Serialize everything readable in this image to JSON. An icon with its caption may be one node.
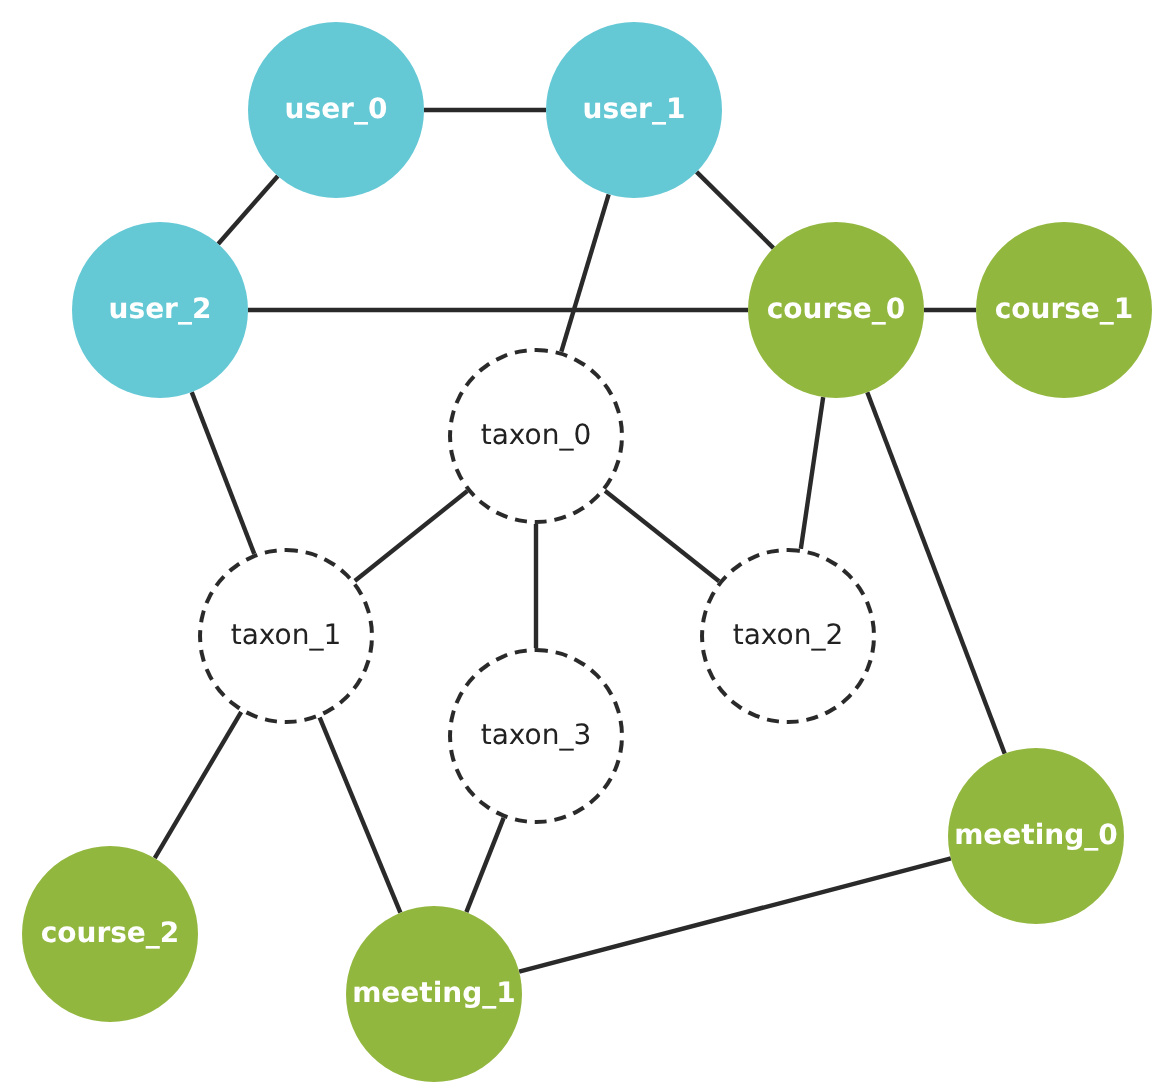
{
  "diagram": {
    "nodes": [
      {
        "text": [
          "user_0"
        ]
      },
      {
        "text": [
          "user_1"
        ]
      },
      {
        "text": [
          "user_2"
        ]
      },
      {
        "text": [
          "course_0"
        ]
      },
      {
        "text": [
          "course_1"
        ]
      },
      {
        "text": [
          "taxon_0"
        ]
      },
      {
        "text": [
          "taxon_1"
        ]
      },
      {
        "text": [
          "taxon_2"
        ]
      },
      {
        "text": [
          "taxon_3"
        ]
      },
      {
        "text": [
          "course_2"
        ]
      },
      {
        "text": [
          "meeting_1"
        ]
      },
      {
        "text": [
          "meeting_0"
        ]
      }
    ],
    "edges": [
      {
        "from": 0,
        "to": 1,
        "arrow": "none"
      },
      {
        "from": 0,
        "to": 2,
        "arrow": "none"
      },
      {
        "from": 1,
        "to": 3,
        "arrow": "none"
      },
      {
        "from": 1,
        "to": 5,
        "arrow": "none"
      },
      {
        "from": 2,
        "to": 3,
        "arrow": "none"
      },
      {
        "from": 3,
        "to": 4,
        "arrow": "none"
      },
      {
        "from": 2,
        "to": 6,
        "arrow": "none"
      },
      {
        "from": 5,
        "to": 6,
        "arrow": "none"
      },
      {
        "from": 5,
        "to": 7,
        "arrow": "none"
      },
      {
        "from": 5,
        "to": 8,
        "arrow": "none"
      },
      {
        "from": 3,
        "to": 7,
        "arrow": "none"
      },
      {
        "from": 3,
        "to": 11,
        "arrow": "none"
      },
      {
        "from": 6,
        "to": 9,
        "arrow": "none"
      },
      {
        "from": 6,
        "to": 10,
        "arrow": "none"
      },
      {
        "from": 8,
        "to": 10,
        "arrow": "none"
      },
      {
        "from": 10,
        "to": 11,
        "arrow": "none"
      }
    ]
  }
}
